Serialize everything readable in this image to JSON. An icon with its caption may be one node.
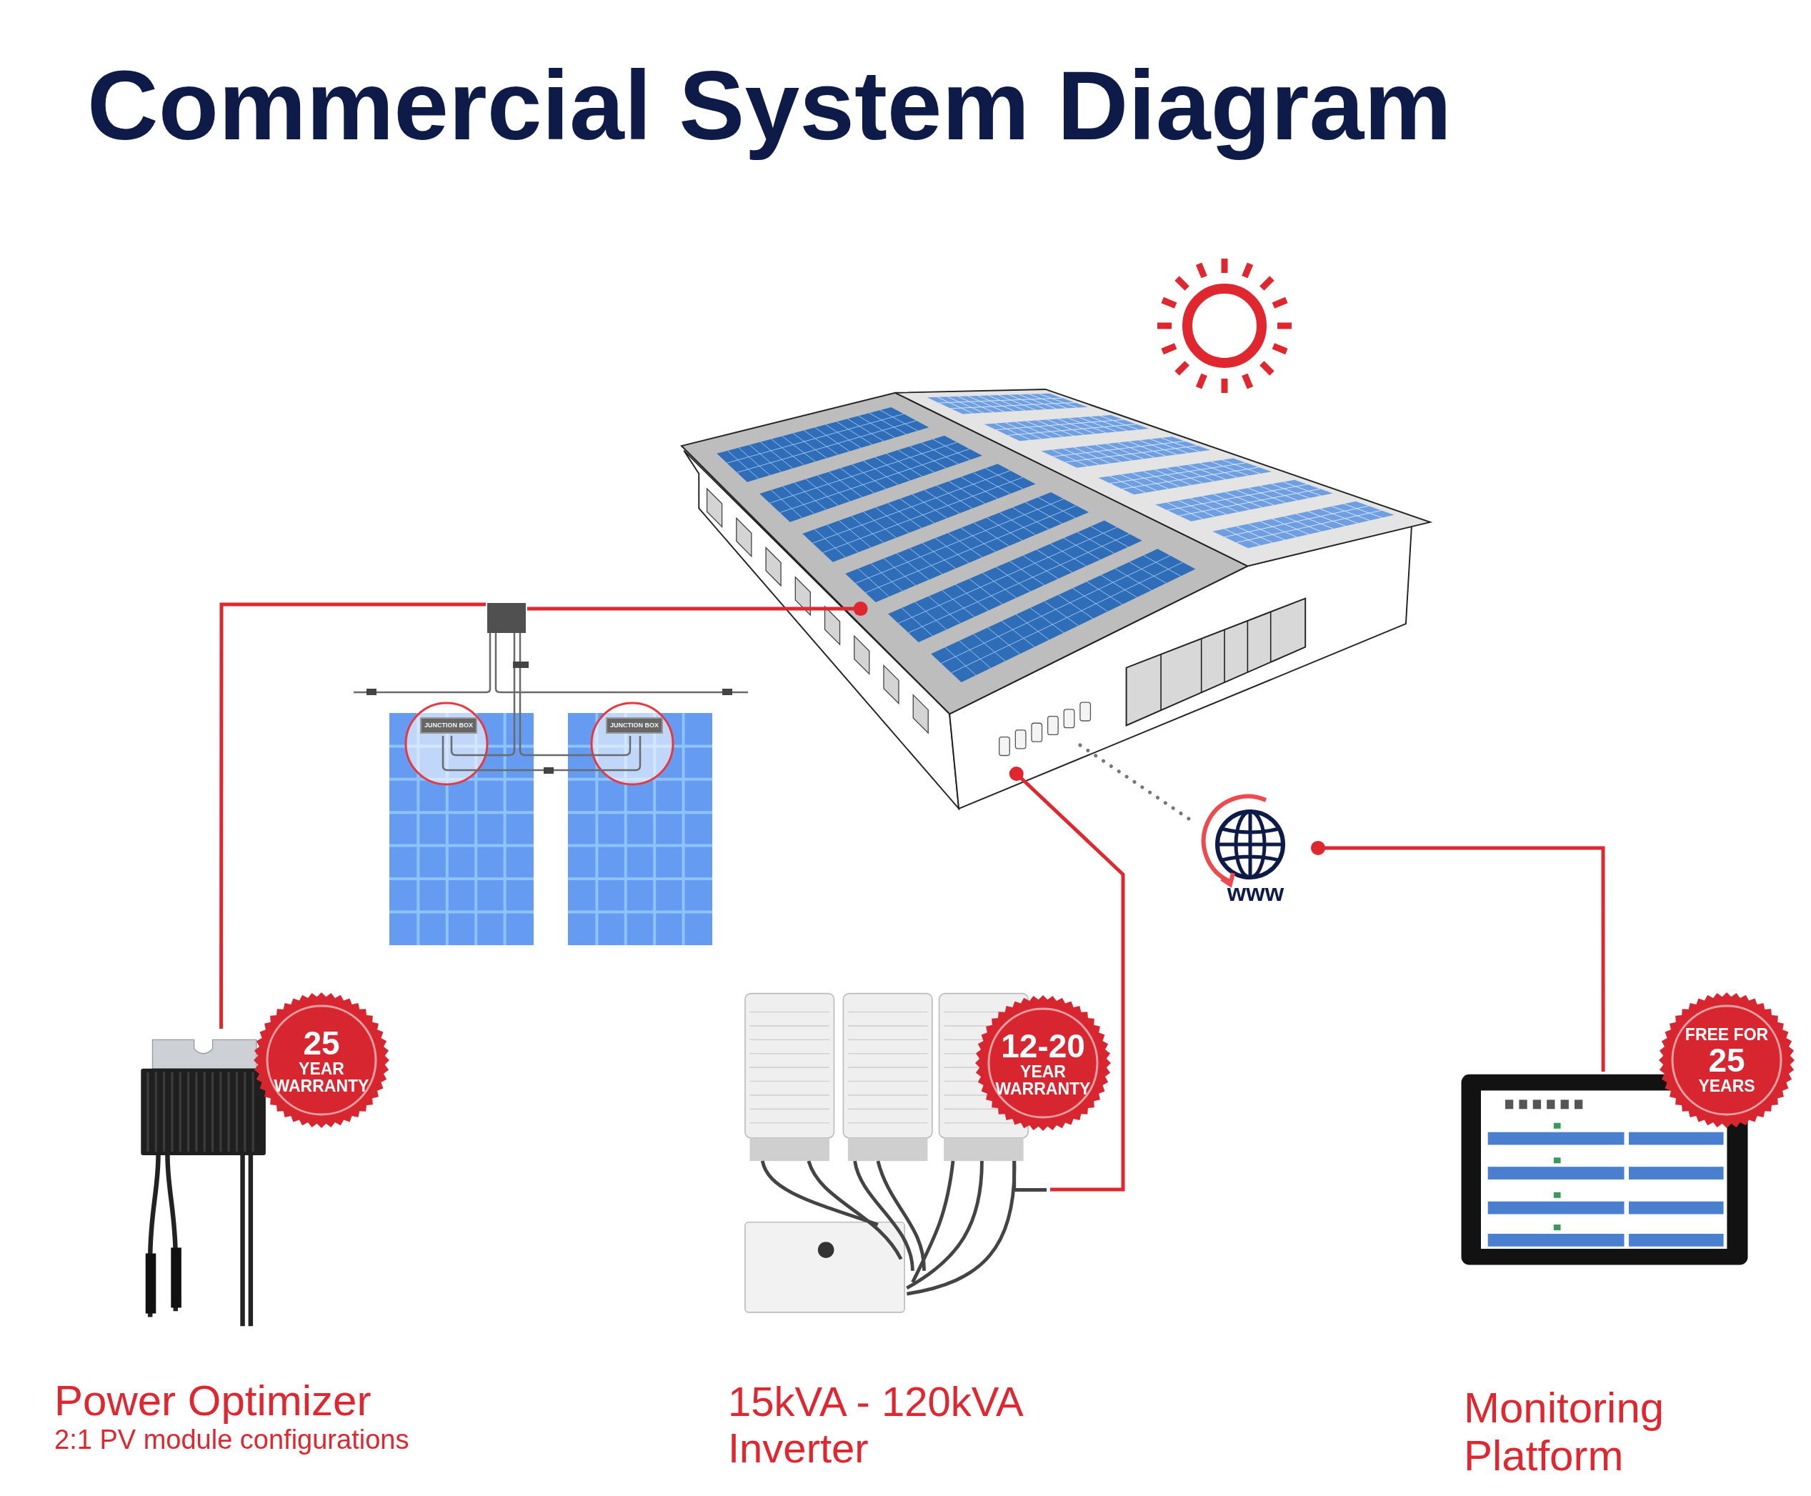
{
  "diagram": {
    "title": "Commercial System Diagram",
    "nodes": [
      {
        "text": [],
        "shape": "picture"
      },
      {
        "text": [],
        "shape": "box"
      },
      {
        "text": [
          "www"
        ]
      },
      {
        "text": [
          "Power Optimizer",
          "2:1 PV module configurations"
        ]
      },
      {
        "text": [
          "25",
          "YEAR WARRANTY"
        ]
      },
      {
        "text": [
          "15kVA - 120kVA Inverter"
        ]
      },
      {
        "text": [
          "12-20",
          "YEAR WARRANTY"
        ]
      },
      {
        "text": [
          "Monitoring Platform"
        ]
      },
      {
        "text": [
          "FREE FOR",
          "25",
          "YEARS"
        ]
      }
    ],
    "edges": [
      {
        "from": 3,
        "to": 1,
        "arrow": "none"
      },
      {
        "from": 1,
        "to": 0,
        "arrow": "other"
      },
      {
        "from": 5,
        "to": 0,
        "arrow": "other"
      },
      {
        "from": 0,
        "to": 2,
        "arrow": "none",
        "style": "dashed",
        "color": "#777777"
      },
      {
        "from": 7,
        "to": 2,
        "arrow": "other"
      }
    ],
    "labels": [
      "JUNCTION BOX",
      "JUNCTION BOX"
    ]
  }
}
